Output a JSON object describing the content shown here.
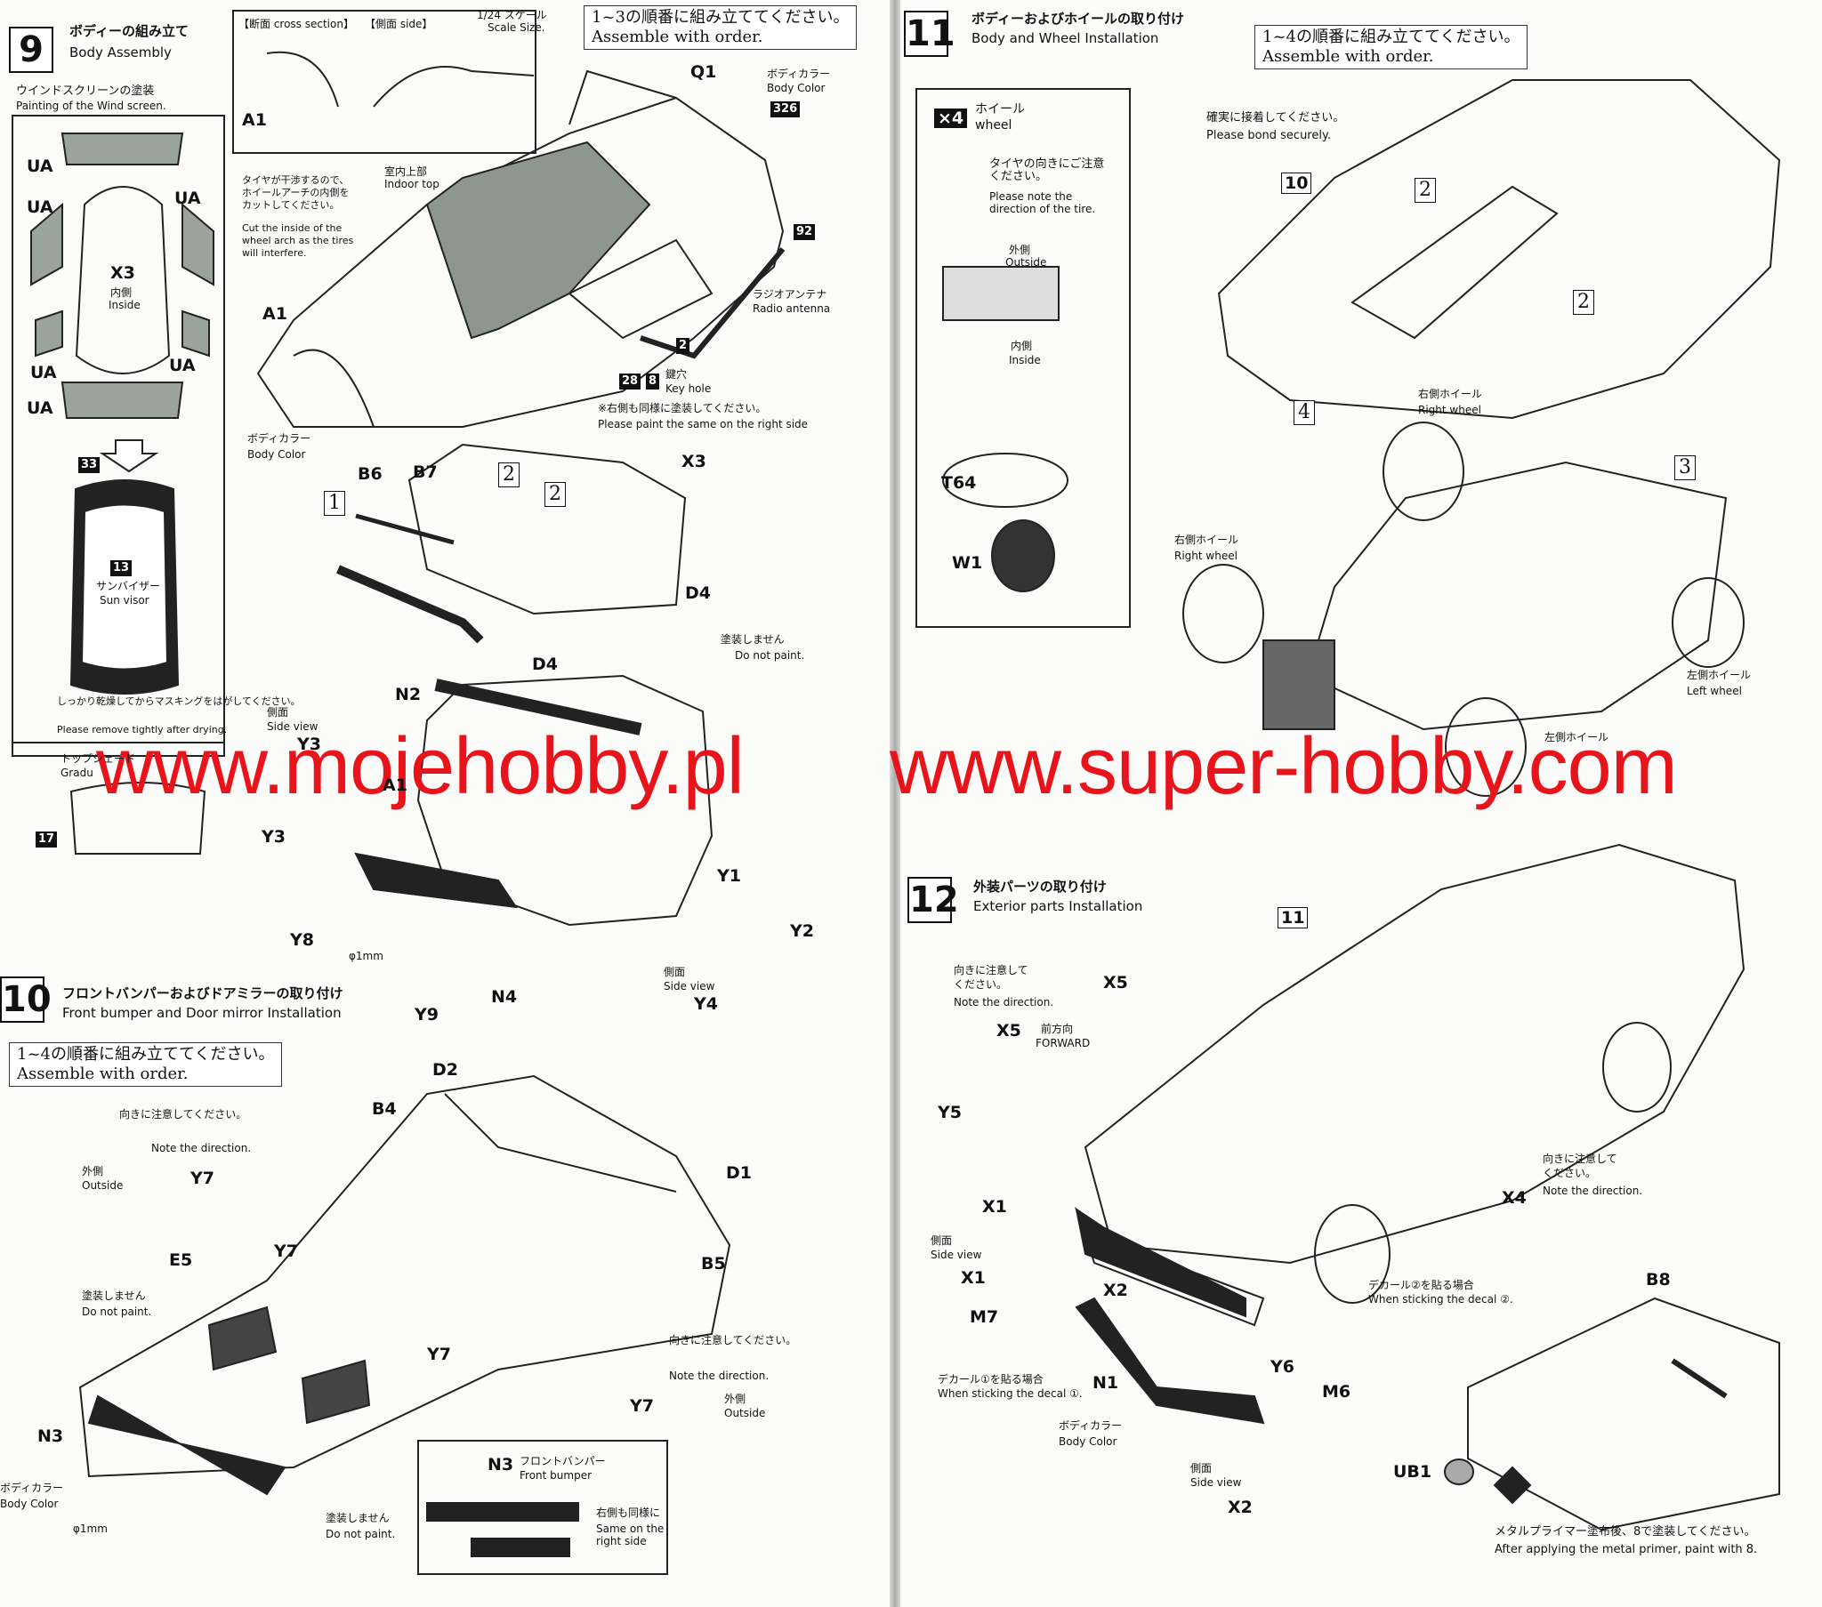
{
  "watermarks": [
    "www.mojehobby.pl",
    "www.super-hobby.com"
  ],
  "step9": {
    "number": "9",
    "title_jp": "ボディーの組み立て",
    "title_en": "Body Assembly",
    "cross_section": "【断面 cross section】",
    "side_label": "【側面 side】",
    "scale": "1/24 スケール",
    "scale_en": "Scale Size.",
    "order_jp": "1~3の順番に組み立ててください。",
    "order_en": "Assemble with order.",
    "windscreen_jp": "ウインドスクリーンの塗装",
    "windscreen_en": "Painting of the Wind screen.",
    "cut_note_jp": "タイヤが干渉するので、ホイールアーチの内側をカットしてください。",
    "cut_note_en": "Cut the inside of the wheel arch as the tires will interfere.",
    "indoor_top_jp": "室内上部",
    "indoor_top_en": "Indoor top",
    "body_color_jp": "ボディカラー",
    "body_color_en": "Body Color",
    "antenna_jp": "ラジオアンテナ",
    "antenna_en": "Radio antenna",
    "keyhole_jp": "鍵穴",
    "keyhole_en": "Key hole",
    "same_right_jp": "※右側も同様に塗装してください。",
    "same_right_en": "Please paint the same on the right side",
    "masking_jp": "しっかり乾燥してからマスキングをはがしてください。",
    "masking_en": "Please remove tightly after drying.",
    "sun_visor_jp": "サンバイザー",
    "sun_visor_en": "Sun visor",
    "inside_jp": "内側",
    "inside_en": "Inside",
    "gradation_label": "トップシェード",
    "gradation_en": "Gradu",
    "parts": [
      "UA",
      "UA",
      "UA",
      "UA",
      "UA",
      "UA",
      "X3",
      "A1",
      "A1",
      "Q1",
      "X3",
      "B6",
      "B7"
    ],
    "colors": [
      "326",
      "92",
      "13",
      "33",
      "2",
      "28",
      "8",
      "17"
    ]
  },
  "step10": {
    "number": "10",
    "title_jp": "フロントバンパーおよびドアミラーの取り付け",
    "title_en": "Front bumper and Door mirror Installation",
    "order_jp": "1~4の順番に組み立ててください。",
    "order_en": "Assemble with order.",
    "direction_jp": "向きに注意してください。",
    "direction_en": "Note the direction.",
    "outside_jp": "外側",
    "outside_en": "Outside",
    "no_paint_jp": "塗装しません",
    "no_paint_en": "Do not paint.",
    "side_view_jp": "側面",
    "side_view_en": "Side view",
    "front_bumper_jp": "フロントバンパー",
    "front_bumper_en": "Front bumper",
    "same_right_jp": "右側も同様に",
    "same_right_en": "Same on the right side",
    "phi": "φ1mm",
    "parts": [
      "N2",
      "A1",
      "Y3",
      "Y3",
      "Y8",
      "N4",
      "Y9",
      "Y1",
      "Y2",
      "Y4",
      "D4",
      "D4",
      "D2",
      "B4",
      "E5",
      "Y7",
      "Y7",
      "N3",
      "D1",
      "B5"
    ]
  },
  "step11": {
    "number": "11",
    "title_jp": "ボディーおよびホイールの取り付け",
    "title_en": "Body and Wheel Installation",
    "order_jp": "1~4の順番に組み立ててください。",
    "order_en": "Assemble with order.",
    "wheel_jp": "ホイール",
    "wheel_en": "wheel",
    "x4": "×4",
    "tire_note_jp": "タイヤの向きにご注意ください。",
    "tire_note_en": "Please note the direction of the tire.",
    "outside_jp": "外側",
    "outside_en": "Outside",
    "inside_jp": "内側",
    "inside_en": "Inside",
    "bond_jp": "確実に接着してください。",
    "bond_en": "Please bond securely.",
    "right_wheel_jp": "右側ホイール",
    "right_wheel_en": "Right wheel",
    "left_wheel_jp": "左側ホイール",
    "left_wheel_en": "Left wheel",
    "parts": [
      "T64",
      "W1",
      "10"
    ]
  },
  "step12": {
    "number": "12",
    "title_jp": "外装パーツの取り付け",
    "title_en": "Exterior parts Installation",
    "direction_jp": "向きに注意して",
    "direction_jp2": "ください。",
    "direction_en": "Note the direction.",
    "forward_jp": "前方向",
    "forward_en": "FORWARD",
    "side_view_jp": "側面",
    "side_view_en": "Side view",
    "decal1_jp": "デカール①を貼る場合",
    "decal1_en": "When sticking the decal ①.",
    "decal2_jp": "デカール②を貼る場合",
    "decal2_en": "When sticking the decal ②.",
    "body_color_jp": "ボディカラー",
    "body_color_en": "Body Color",
    "primer_jp": "メタルプライマー塗布後、8で塗装してください。",
    "primer_en": "After applying the metal primer, paint with 8.",
    "parts": [
      "11",
      "X5",
      "X5",
      "Y5",
      "X1",
      "X1",
      "M7",
      "X2",
      "N1",
      "X2",
      "Y6",
      "X4",
      "B8",
      "M6",
      "UB1"
    ]
  },
  "colors": {
    "ink": "#111111",
    "watermark": "#e8141b",
    "paper": "#fbfbf9"
  }
}
